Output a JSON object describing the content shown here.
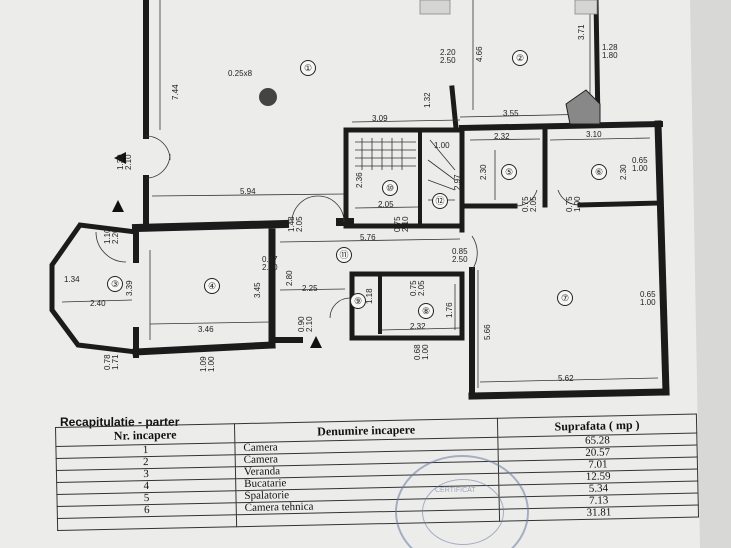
{
  "plan": {
    "rooms": [
      {
        "id": "room-1",
        "num": "①"
      },
      {
        "id": "room-2",
        "num": "②"
      },
      {
        "id": "room-3",
        "num": "③"
      },
      {
        "id": "room-4",
        "num": "④"
      },
      {
        "id": "room-5",
        "num": "⑤"
      },
      {
        "id": "room-6",
        "num": "⑥"
      },
      {
        "id": "room-7",
        "num": "⑦"
      },
      {
        "id": "room-8",
        "num": "⑧"
      },
      {
        "id": "room-9",
        "num": "⑨"
      },
      {
        "id": "room-10",
        "num": "⑩"
      },
      {
        "id": "room-11",
        "num": "⑪"
      },
      {
        "id": "room-12",
        "num": "⑫"
      }
    ],
    "dimensions": {
      "d744": "7.44",
      "d466": "4.66",
      "d371": "3.71",
      "d128": "1.28",
      "d180": "1.80",
      "d220": "2.20",
      "d250a": "2.50",
      "col": "0.25x8",
      "d132": "1.32",
      "d309": "3.09",
      "d355": "3.55",
      "d232a": "2.32",
      "d310": "3.10",
      "d236": "2.36",
      "d100a": "1.00",
      "d230a": "2.30",
      "d230b": "2.30",
      "d065a": "0.65",
      "d100b": "1.00",
      "d100c": "1.00",
      "d594": "5.94",
      "d205a": "2.05",
      "d205b": "2.05",
      "d210a": "2.10",
      "d110": "1.10",
      "d220b": "2.20",
      "d148": "1.48",
      "d075a": "0.75",
      "d075b": "0.75",
      "d075c": "0.75",
      "d576": "5.76",
      "d085": "0.85",
      "d250b": "2.50",
      "d134": "1.34",
      "d240": "2.40",
      "d339": "3.39",
      "d087": "0.87",
      "d250c": "2.50",
      "d345": "3.45",
      "d280": "2.80",
      "d225": "2.25",
      "d118": "1.18",
      "d075d": "0.75",
      "d205c": "2.05",
      "d566": "5.66",
      "d065b": "0.65",
      "d100d": "1.00",
      "d346": "3.46",
      "d090": "0.90",
      "d210b": "2.10",
      "d232b": "2.32",
      "d176": "1.76",
      "d068": "0.68",
      "d100e": "1.00",
      "d078": "0.78",
      "d171": "1.71",
      "d109": "1.09",
      "d100f": "1.00",
      "d562": "5.62",
      "d130": "1.30",
      "d210c": "2.10",
      "d297": "2.97"
    }
  },
  "recap": {
    "title": "Recapitulatie - parter",
    "headers": [
      "Nr. incapere",
      "Denumire incapere",
      "Suprafata ( mp )"
    ],
    "rows": [
      {
        "nr": "1",
        "name": "Camera",
        "area": "65.28"
      },
      {
        "nr": "2",
        "name": "Camera",
        "area": "20.57"
      },
      {
        "nr": "3",
        "name": "Veranda",
        "area": "7.01"
      },
      {
        "nr": "4",
        "name": "Bucatarie",
        "area": "12.59"
      },
      {
        "nr": "5",
        "name": "Spalatorie",
        "area": "5.34"
      },
      {
        "nr": "6",
        "name": "Camera tehnica",
        "area": "7.13"
      },
      {
        "nr": "",
        "name": "",
        "area": "31.81"
      }
    ]
  },
  "stamp": {
    "text": "CERTIFICAT"
  }
}
